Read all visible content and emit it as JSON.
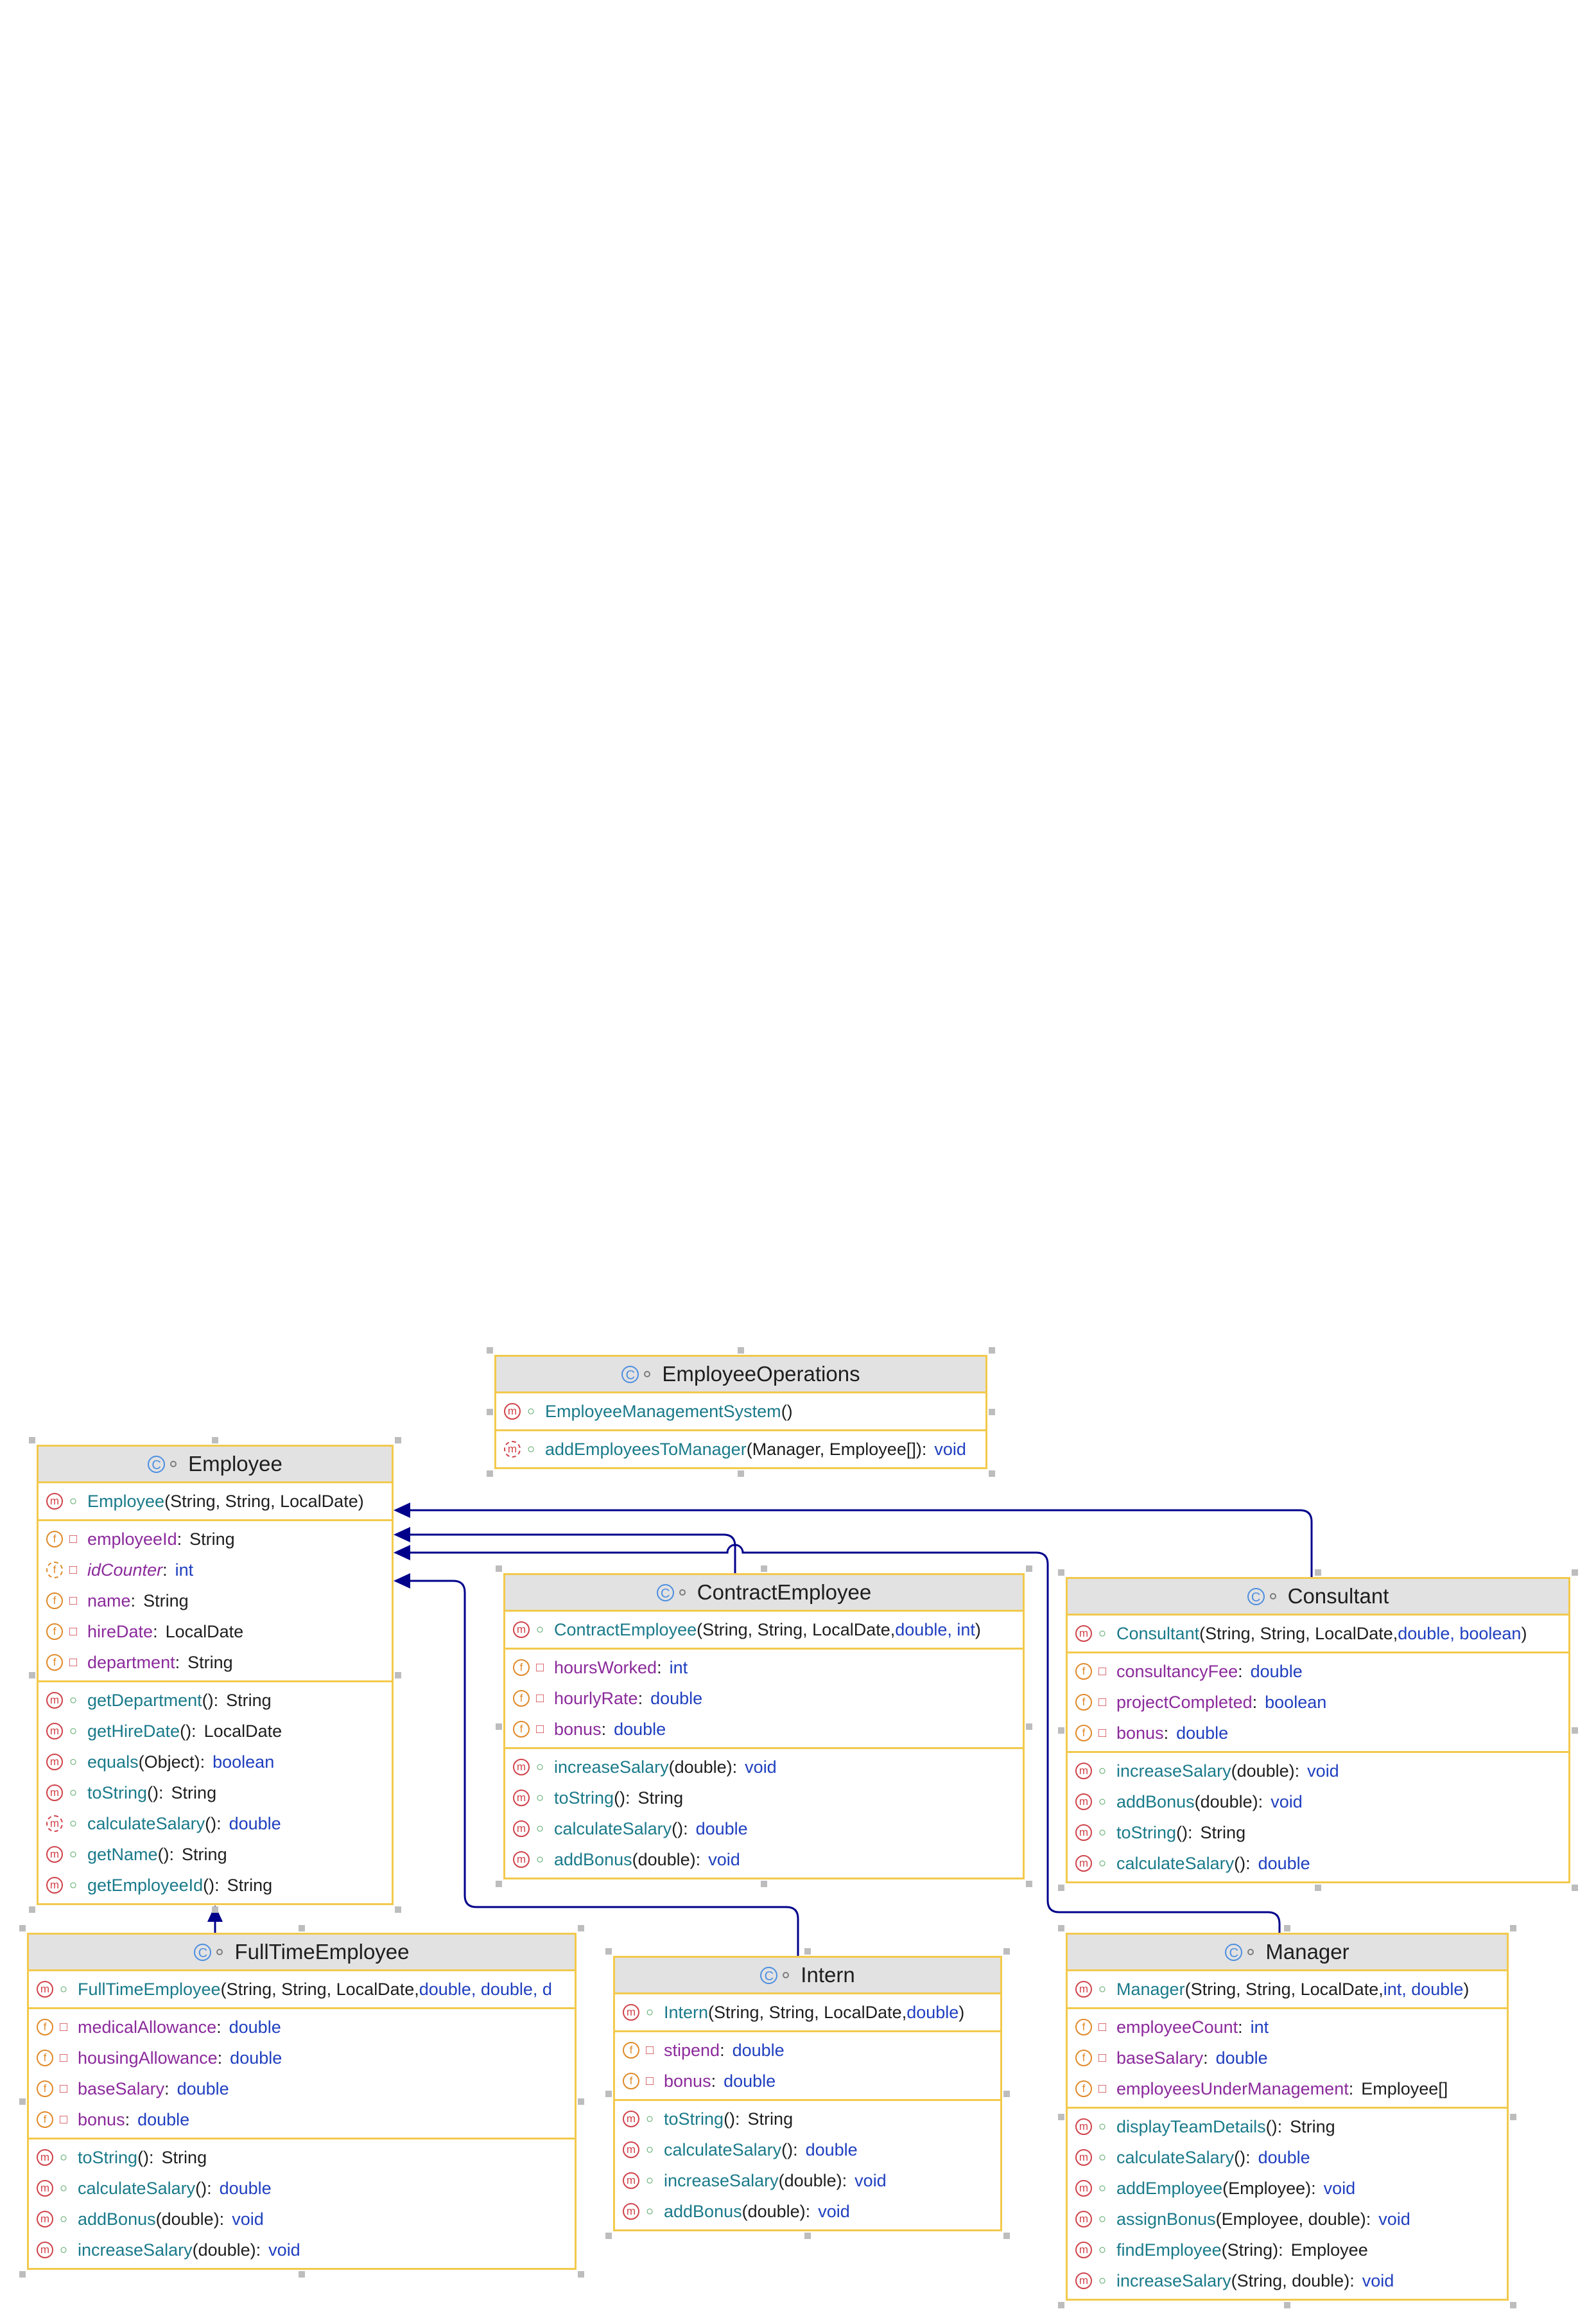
{
  "colors": {
    "border": "#f2c94c",
    "header": "#e2e2e2",
    "edge": "#00008b",
    "method_name": "#1a7a8a",
    "field_name": "#8b2a9b",
    "keyword": "#1f3fbf"
  },
  "icons": {
    "class": "class-icon",
    "method": "method-icon",
    "field": "field-icon",
    "public": "unlock-icon",
    "private": "lock-icon"
  },
  "classes": [
    {
      "id": "operations",
      "name": "EmployeeOperations",
      "sections": [
        [
          {
            "kind": "m",
            "vis": "pub",
            "name": "EmployeeManagementSystem",
            "sig": "()"
          }
        ],
        [
          {
            "kind": "ms",
            "vis": "pub",
            "name": "addEmployeesToManager",
            "sig": "(Manager, Employee[]):",
            "type": "void",
            "tkw": true
          }
        ]
      ]
    },
    {
      "id": "employee",
      "name": "Employee",
      "sections": [
        [
          {
            "kind": "m",
            "vis": "pub",
            "name": "Employee",
            "sig": "(String, String, LocalDate)"
          }
        ],
        [
          {
            "kind": "f",
            "vis": "pri",
            "name": "employeeId",
            "sig": ":",
            "type": "String"
          },
          {
            "kind": "fs",
            "vis": "pri",
            "name": "idCounter",
            "sig": ":",
            "type": "int",
            "tkw": true,
            "italic": true
          },
          {
            "kind": "f",
            "vis": "pri",
            "name": "name",
            "sig": ":",
            "type": "String"
          },
          {
            "kind": "f",
            "vis": "pri",
            "name": "hireDate",
            "sig": ":",
            "type": "LocalDate"
          },
          {
            "kind": "f",
            "vis": "pri",
            "name": "department",
            "sig": ":",
            "type": "String"
          }
        ],
        [
          {
            "kind": "m",
            "vis": "pub",
            "name": "getDepartment",
            "sig": "():",
            "type": "String"
          },
          {
            "kind": "m",
            "vis": "pub",
            "name": "getHireDate",
            "sig": "():",
            "type": "LocalDate"
          },
          {
            "kind": "m",
            "vis": "pub",
            "name": "equals",
            "sig": "(Object):",
            "type": "boolean",
            "tkw": true
          },
          {
            "kind": "m",
            "vis": "pub",
            "name": "toString",
            "sig": "():",
            "type": "String"
          },
          {
            "kind": "ms",
            "vis": "pub",
            "name": "calculateSalary",
            "sig": "():",
            "type": "double",
            "tkw": true
          },
          {
            "kind": "m",
            "vis": "pub",
            "name": "getName",
            "sig": "():",
            "type": "String"
          },
          {
            "kind": "m",
            "vis": "pub",
            "name": "getEmployeeId",
            "sig": "():",
            "type": "String"
          }
        ]
      ]
    },
    {
      "id": "contract",
      "name": "ContractEmployee",
      "sections": [
        [
          {
            "kind": "m",
            "vis": "pub",
            "name": "ContractEmployee",
            "sig": "(String, String, LocalDate, ",
            "type": "double, int",
            "tkw": true,
            "tail": ")"
          }
        ],
        [
          {
            "kind": "f",
            "vis": "pri",
            "name": "hoursWorked",
            "sig": ":",
            "type": "int",
            "tkw": true
          },
          {
            "kind": "f",
            "vis": "pri",
            "name": "hourlyRate",
            "sig": ":",
            "type": "double",
            "tkw": true
          },
          {
            "kind": "f",
            "vis": "pri",
            "name": "bonus",
            "sig": ":",
            "type": "double",
            "tkw": true
          }
        ],
        [
          {
            "kind": "m",
            "vis": "pub",
            "name": "increaseSalary",
            "sig": "(double):",
            "type": "void",
            "tkw": true
          },
          {
            "kind": "m",
            "vis": "pub",
            "name": "toString",
            "sig": "():",
            "type": "String"
          },
          {
            "kind": "m",
            "vis": "pub",
            "name": "calculateSalary",
            "sig": "():",
            "type": "double",
            "tkw": true
          },
          {
            "kind": "m",
            "vis": "pub",
            "name": "addBonus",
            "sig": "(double):",
            "type": "void",
            "tkw": true
          }
        ]
      ]
    },
    {
      "id": "consultant",
      "name": "Consultant",
      "sections": [
        [
          {
            "kind": "m",
            "vis": "pub",
            "name": "Consultant",
            "sig": "(String, String, LocalDate, ",
            "type": "double, boolean",
            "tkw": true,
            "tail": ")"
          }
        ],
        [
          {
            "kind": "f",
            "vis": "pri",
            "name": "consultancyFee",
            "sig": ":",
            "type": "double",
            "tkw": true
          },
          {
            "kind": "f",
            "vis": "pri",
            "name": "projectCompleted",
            "sig": ":",
            "type": "boolean",
            "tkw": true
          },
          {
            "kind": "f",
            "vis": "pri",
            "name": "bonus",
            "sig": ":",
            "type": "double",
            "tkw": true
          }
        ],
        [
          {
            "kind": "m",
            "vis": "pub",
            "name": "increaseSalary",
            "sig": "(double):",
            "type": "void",
            "tkw": true
          },
          {
            "kind": "m",
            "vis": "pub",
            "name": "addBonus",
            "sig": "(double):",
            "type": "void",
            "tkw": true
          },
          {
            "kind": "m",
            "vis": "pub",
            "name": "toString",
            "sig": "():",
            "type": "String"
          },
          {
            "kind": "m",
            "vis": "pub",
            "name": "calculateSalary",
            "sig": "():",
            "type": "double",
            "tkw": true
          }
        ]
      ]
    },
    {
      "id": "fulltime",
      "name": "FullTimeEmployee",
      "sections": [
        [
          {
            "kind": "m",
            "vis": "pub",
            "name": "FullTimeEmployee",
            "sig": "(String, String, LocalDate, ",
            "type": "double, double, d",
            "tkw": true
          }
        ],
        [
          {
            "kind": "f",
            "vis": "pri",
            "name": "medicalAllowance",
            "sig": ":",
            "type": "double",
            "tkw": true
          },
          {
            "kind": "f",
            "vis": "pri",
            "name": "housingAllowance",
            "sig": ":",
            "type": "double",
            "tkw": true
          },
          {
            "kind": "f",
            "vis": "pri",
            "name": "baseSalary",
            "sig": ":",
            "type": "double",
            "tkw": true
          },
          {
            "kind": "f",
            "vis": "pri",
            "name": "bonus",
            "sig": ":",
            "type": "double",
            "tkw": true
          }
        ],
        [
          {
            "kind": "m",
            "vis": "pub",
            "name": "toString",
            "sig": "():",
            "type": "String"
          },
          {
            "kind": "m",
            "vis": "pub",
            "name": "calculateSalary",
            "sig": "():",
            "type": "double",
            "tkw": true
          },
          {
            "kind": "m",
            "vis": "pub",
            "name": "addBonus",
            "sig": "(double):",
            "type": "void",
            "tkw": true
          },
          {
            "kind": "m",
            "vis": "pub",
            "name": "increaseSalary",
            "sig": "(double):",
            "type": "void",
            "tkw": true
          }
        ]
      ]
    },
    {
      "id": "intern",
      "name": "Intern",
      "sections": [
        [
          {
            "kind": "m",
            "vis": "pub",
            "name": "Intern",
            "sig": "(String, String, LocalDate, ",
            "type": "double",
            "tkw": true,
            "tail": ")"
          }
        ],
        [
          {
            "kind": "f",
            "vis": "pri",
            "name": "stipend",
            "sig": ":",
            "type": "double",
            "tkw": true
          },
          {
            "kind": "f",
            "vis": "pri",
            "name": "bonus",
            "sig": ":",
            "type": "double",
            "tkw": true
          }
        ],
        [
          {
            "kind": "m",
            "vis": "pub",
            "name": "toString",
            "sig": "():",
            "type": "String"
          },
          {
            "kind": "m",
            "vis": "pub",
            "name": "calculateSalary",
            "sig": "():",
            "type": "double",
            "tkw": true
          },
          {
            "kind": "m",
            "vis": "pub",
            "name": "increaseSalary",
            "sig": "(double):",
            "type": "void",
            "tkw": true
          },
          {
            "kind": "m",
            "vis": "pub",
            "name": "addBonus",
            "sig": "(double):",
            "type": "void",
            "tkw": true
          }
        ]
      ]
    },
    {
      "id": "manager",
      "name": "Manager",
      "sections": [
        [
          {
            "kind": "m",
            "vis": "pub",
            "name": "Manager",
            "sig": "(String, String, LocalDate, ",
            "type": "int, double",
            "tkw": true,
            "tail": ")"
          }
        ],
        [
          {
            "kind": "f",
            "vis": "pri",
            "name": "employeeCount",
            "sig": ":",
            "type": "int",
            "tkw": true
          },
          {
            "kind": "f",
            "vis": "pri",
            "name": "baseSalary",
            "sig": ":",
            "type": "double",
            "tkw": true
          },
          {
            "kind": "f",
            "vis": "pri",
            "name": "employeesUnderManagement",
            "sig": ":",
            "type": "Employee[]"
          }
        ],
        [
          {
            "kind": "m",
            "vis": "pub",
            "name": "displayTeamDetails",
            "sig": "():",
            "type": "String"
          },
          {
            "kind": "m",
            "vis": "pub",
            "name": "calculateSalary",
            "sig": "():",
            "type": "double",
            "tkw": true
          },
          {
            "kind": "m",
            "vis": "pub",
            "name": "addEmployee",
            "sig": "(Employee):",
            "type": "void",
            "tkw": true
          },
          {
            "kind": "m",
            "vis": "pub",
            "name": "assignBonus",
            "sig": "(Employee, double):",
            "type": "void",
            "tkw": true
          },
          {
            "kind": "m",
            "vis": "pub",
            "name": "findEmployee",
            "sig": "(String):",
            "type": "Employee"
          },
          {
            "kind": "m",
            "vis": "pub",
            "name": "increaseSalary",
            "sig": "(String, double):",
            "type": "void",
            "tkw": true
          }
        ]
      ]
    }
  ]
}
